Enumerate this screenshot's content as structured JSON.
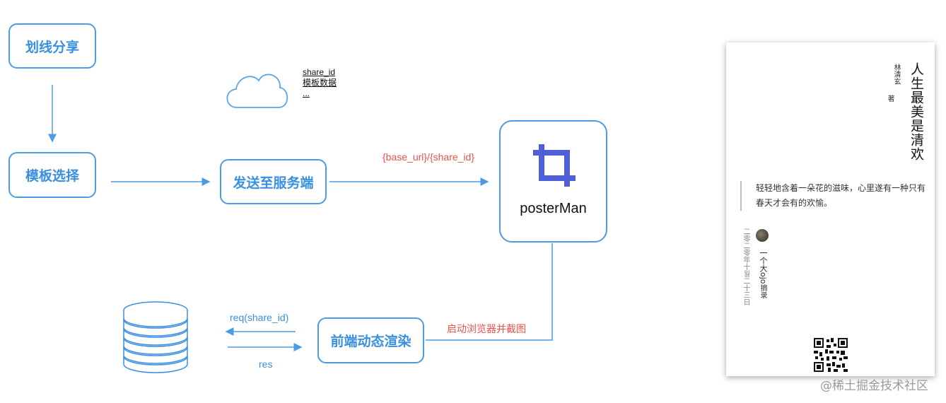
{
  "nodes": {
    "share": "划线分享",
    "template": "模板选择",
    "send": "发送至服务端",
    "render": "前端动态渲染",
    "posterman": "posterMan"
  },
  "cloud_note": {
    "line1": "share_id",
    "line2": "模板数据",
    "line3": "..."
  },
  "edges": {
    "url": "{base_url}/{share_id}",
    "browser": "启动浏览器并截图",
    "req": "req(share_id)",
    "res": "res"
  },
  "poster": {
    "title": "人生最美是清欢",
    "author": "林清玄",
    "by": "著",
    "quote": "轻轻地含着一朵花的滋味，心里遂有一种只有春天才会有的欢愉。",
    "user": "一个大ojo",
    "excerpt": "摘录",
    "date": "二零二零年十월二十三日"
  },
  "watermark": "@稀土掘金技术社区",
  "colors": {
    "accent": "#4a9ce6",
    "red_label": "#e5534b"
  },
  "icons": {
    "cloud": "cloud-icon",
    "database": "database-icon",
    "crop": "crop-icon",
    "qr": "qr-code-icon"
  }
}
